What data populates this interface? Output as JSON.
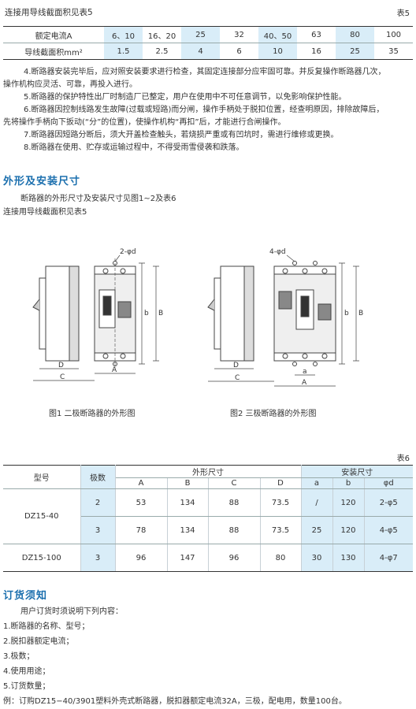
{
  "table5": {
    "title": "连接用导线截面积见表5",
    "tag": "表5",
    "rows": [
      {
        "label": "额定电流A",
        "values": [
          "6、10",
          "16、20",
          "25",
          "32",
          "40、50",
          "63",
          "80",
          "100"
        ]
      },
      {
        "label": "导线截面积mm²",
        "values": [
          "1.5",
          "2.5",
          "4",
          "6",
          "10",
          "16",
          "25",
          "35"
        ]
      }
    ]
  },
  "notes": [
    "4.断路器安装完毕后，应对照安装要求进行检查，其固定连接部分应牢固可靠。并反复操作断路器几次，",
    "操作机构应灵活、可靠，再投入进行。",
    "5.断路器的保护特性出厂时制造厂已整定，用户在使用中不可任意调节，以免影响保护性能。",
    "6.断路器因控制线路发生故障(过载或短路)而分闸，操作手柄处于脱扣位置，经查明原因，排除故障后，",
    "先将操作手柄向下扳动(“分”的位置)，使操作机构“再扣”后，才能进行合闸操作。",
    "7.断路器因短路分断后，须大开盖检查触头，若烧损严重或有凹坑时，需进行维修或更换。",
    "8.断路器在使用、贮存或运输过程中，不得受雨雪侵袭和跌落。"
  ],
  "section_dims": {
    "heading": "外形及安装尺寸",
    "line1": "断路器的外形尺寸及安装尺寸见图1~2及表6",
    "line2": "连接用导线截面积见表5"
  },
  "figures": {
    "fig1": {
      "caption": "图1 二极断路器的外形图",
      "labels": {
        "hole": "2-φd",
        "b": "b",
        "B": "B",
        "D": "D",
        "C": "C",
        "A": "A"
      }
    },
    "fig2": {
      "caption": "图2 三极断路器的外形图",
      "labels": {
        "hole": "4-φd",
        "b": "b",
        "B": "B",
        "D": "D",
        "C": "C",
        "a": "a",
        "A": "A"
      }
    }
  },
  "table6": {
    "tag": "表6",
    "head": {
      "model": "型号",
      "poles": "极数",
      "outline": "外形尺寸",
      "mount": "安装尺寸",
      "cols": [
        "A",
        "B",
        "C",
        "D",
        "a",
        "b",
        "φd"
      ]
    },
    "rows": [
      {
        "model": "DZ15-40",
        "poles": "2",
        "A": "53",
        "B": "134",
        "C": "88",
        "D": "73.5",
        "a": "/",
        "b": "120",
        "d": "2-φ5"
      },
      {
        "model": "",
        "poles": "3",
        "A": "78",
        "B": "134",
        "C": "88",
        "D": "73.5",
        "a": "25",
        "b": "120",
        "d": "4-φ5"
      },
      {
        "model": "DZ15-100",
        "poles": "3",
        "A": "96",
        "B": "147",
        "C": "96",
        "D": "80",
        "a": "30",
        "b": "130",
        "d": "4-φ7"
      }
    ]
  },
  "order": {
    "heading": "订货须知",
    "intro": "用户订货时须说明下列内容：",
    "items": [
      "1.断路器的名称、型号；",
      "2.脱扣器额定电流；",
      "3.极数；",
      "4.使用用途；",
      "5.订货数量；"
    ],
    "example": "例：订购DZ15−40/3901塑料外壳式断路器，脱扣器额定电流32A，三极，配电用，数量100台。"
  }
}
